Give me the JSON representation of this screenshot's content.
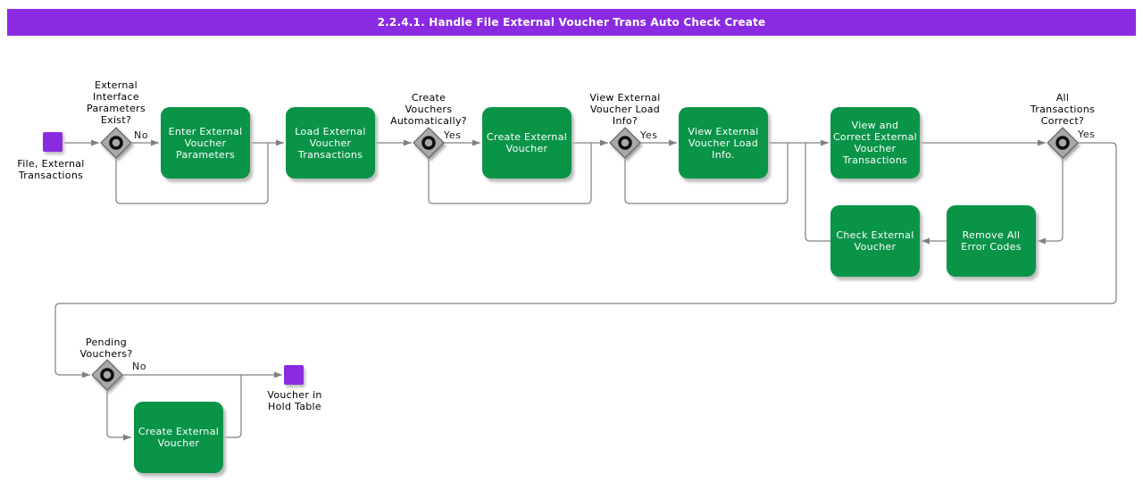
{
  "title": "2.2.4.1. Handle File External Voucher Trans Auto Check Create",
  "events": {
    "start": {
      "label": "File, External\nTransactions"
    },
    "end": {
      "label": "Voucher in\nHold Table"
    }
  },
  "decisions": [
    {
      "label": "External\nInterface\nParameters\nExist?",
      "branch_label": "No"
    },
    {
      "label": "Create\nVouchers\nAutomatically?",
      "branch_label": "Yes"
    },
    {
      "label": "View External\nVoucher Load\nInfo?",
      "branch_label": "Yes"
    },
    {
      "label": "All\nTransactions\nCorrect?",
      "branch_label": "Yes"
    },
    {
      "label": "Pending\nVouchers?",
      "branch_label": "No"
    }
  ],
  "processes": [
    {
      "label": "Enter External\nVoucher\nParameters"
    },
    {
      "label": "Load External\nVoucher\nTransactions"
    },
    {
      "label": "Create External\nVoucher"
    },
    {
      "label": "View External\nVoucher Load\nInfo."
    },
    {
      "label": "View and\nCorrect External\nVoucher\nTransactions"
    },
    {
      "label": "Check External\nVoucher"
    },
    {
      "label": "Remove All\nError Codes"
    },
    {
      "label": "Create External\nVoucher"
    }
  ],
  "colors": {
    "header_bar": "#8A2BE2",
    "process_fill": "#0A9448",
    "process_text": "#FFFFFF",
    "event_fill": "#8A2BE2",
    "decision_fill": "#A8A8A8",
    "connector": "#808080",
    "label_text": "#000000"
  }
}
